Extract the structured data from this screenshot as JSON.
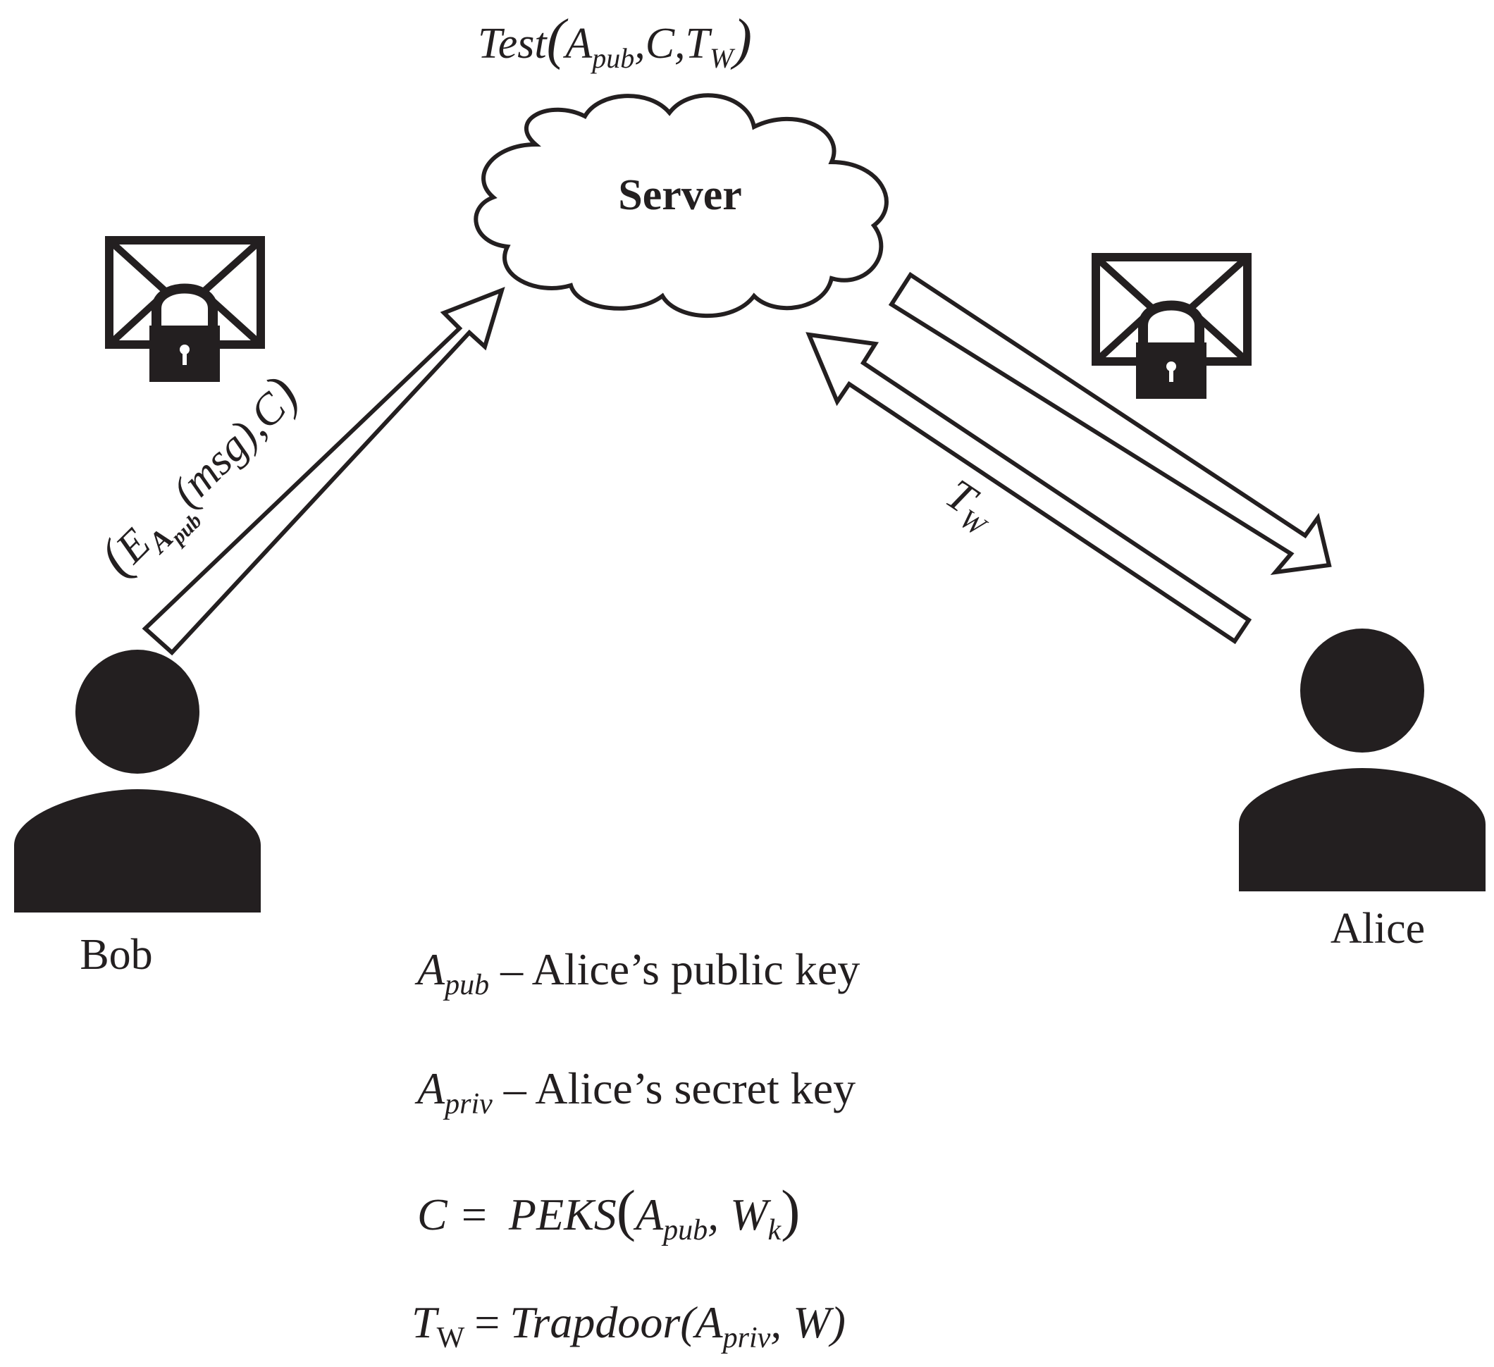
{
  "test_label": {
    "fn": "Test",
    "a": "A",
    "a_sub": "pub",
    "c": ",C,T",
    "w_sub": "W"
  },
  "server_label": "Server",
  "bob_label": "Bob",
  "alice_label": "Alice",
  "bob_arrow_label": {
    "e": "E",
    "a": "A",
    "a_sub": "pub",
    "args": "(msg),C"
  },
  "trapdoor_arrow_label": {
    "t": "T",
    "sub": "W"
  },
  "legend": {
    "apub": {
      "sym": "A",
      "sub": "pub",
      "text": "– Alice’s public key"
    },
    "apriv": {
      "sym": "A",
      "sub": "priv",
      "text": "– Alice’s secret key"
    },
    "c_def": {
      "lhs": "C =",
      "fn": "PEKS",
      "a": "A",
      "a_sub": "pub",
      "w": "W",
      "w_sub": "k"
    },
    "tw_def": {
      "t": "T",
      "t_sub": "W",
      "eq": "=",
      "fn": "Trapdoor(",
      "a": "A",
      "a_sub": "priv",
      "tail": ", W)"
    }
  },
  "icons": [
    "cloud-icon",
    "envelope-lock-icon",
    "person-icon",
    "arrow-icon"
  ],
  "colors": {
    "ink": "#231f20",
    "background": "#ffffff"
  }
}
